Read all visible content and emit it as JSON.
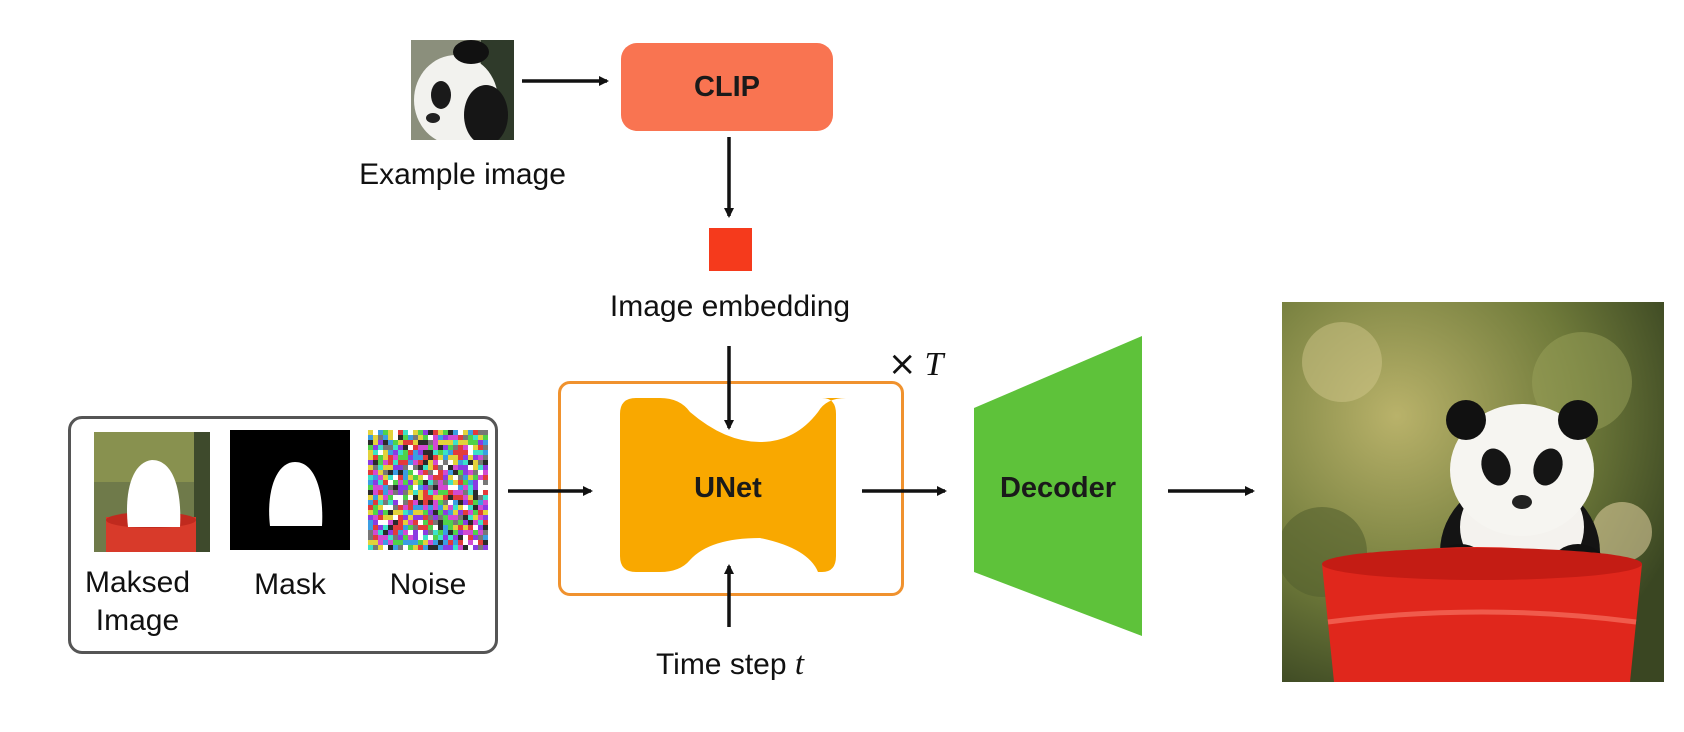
{
  "clip": {
    "label": "CLIP",
    "color": "#f97451"
  },
  "example_image": {
    "caption": "Example image"
  },
  "embedding": {
    "caption": "Image embedding",
    "color": "#f53a1c"
  },
  "inputs": {
    "masked_image": {
      "line1": "Maksed",
      "line2": "Image"
    },
    "mask": {
      "caption": "Mask"
    },
    "noise": {
      "caption": "Noise"
    }
  },
  "unet": {
    "label": "UNet",
    "color": "#f9a800"
  },
  "loop": {
    "times": "×",
    "symbol": "T",
    "color": "#f0922e"
  },
  "timestep": {
    "prefix": "Time step ",
    "symbol": "t"
  },
  "decoder": {
    "label": "Decoder",
    "color": "#5ec23a"
  }
}
